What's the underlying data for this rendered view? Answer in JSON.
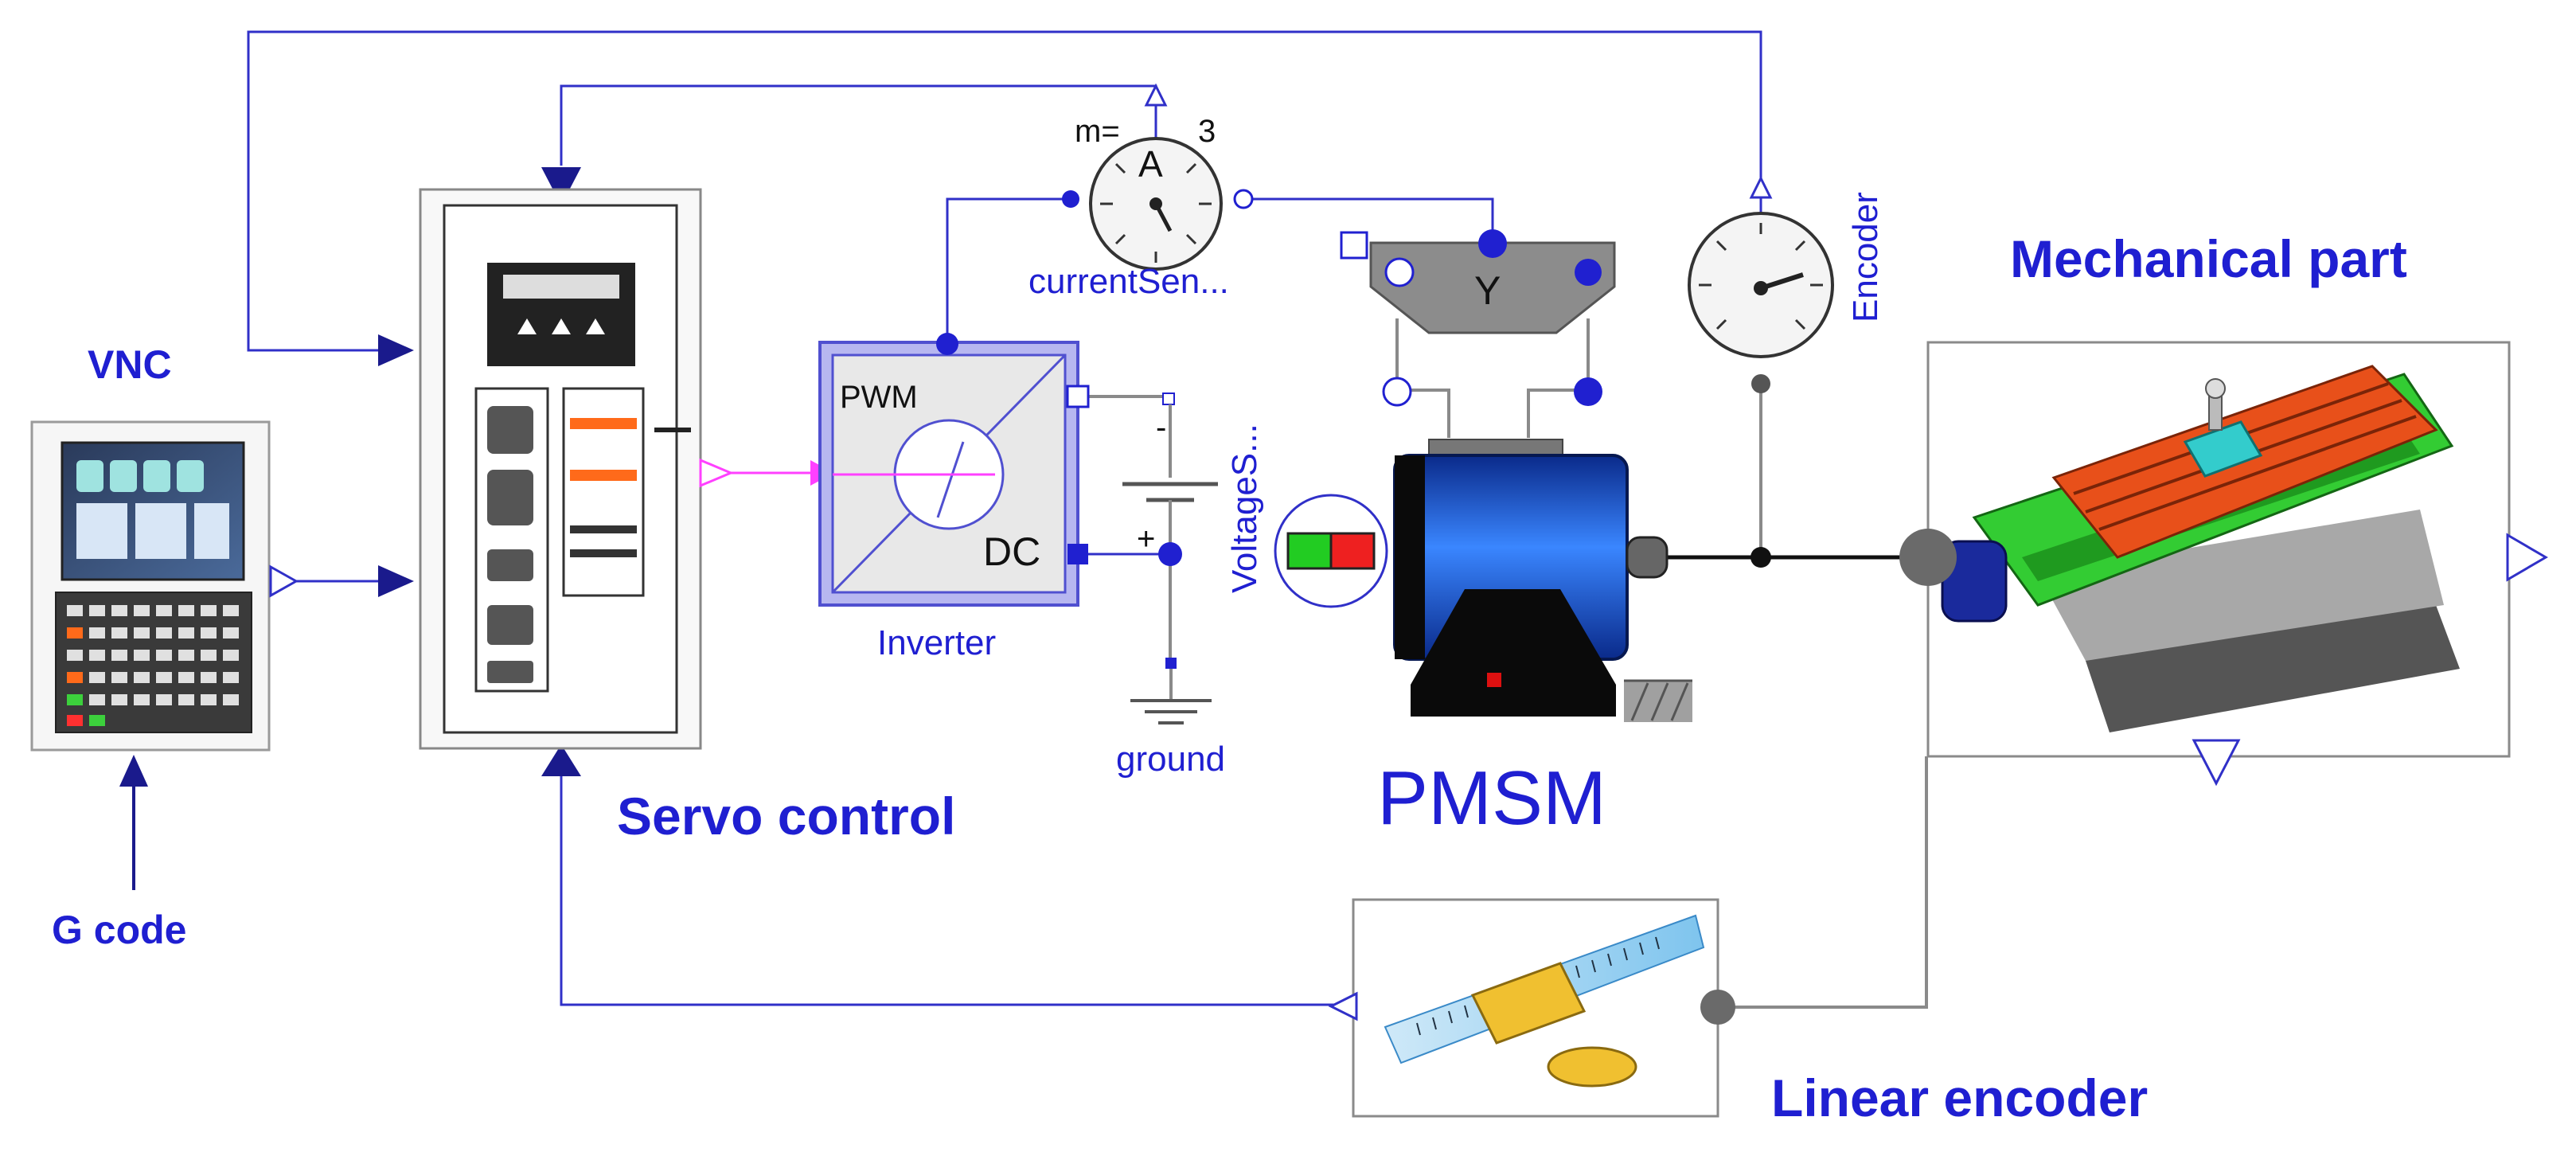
{
  "labels": {
    "vnc": "VNC",
    "g_code": "G code",
    "servo_control": "Servo control",
    "pwm": "PWM",
    "dc": "DC",
    "inverter": "Inverter",
    "current_sensor": "currentSen...",
    "ammeter_a": "A",
    "m_eq": "m=",
    "m_value": "3",
    "y_block": "Y",
    "voltage_source": "VoltageS...",
    "ground": "ground",
    "pmsm": "PMSM",
    "encoder": "Encoder",
    "mechanical_part": "Mechanical part",
    "linear_encoder": "Linear encoder",
    "battery_minus": "-",
    "battery_plus": "+"
  },
  "colors": {
    "wire": "#3030c8",
    "label": "#1f1fd1",
    "pwm_signal": "#ff40ff",
    "motor_blue": "#1e5ad6",
    "table_orange": "#e8501a",
    "rail_green": "#33cc33"
  }
}
